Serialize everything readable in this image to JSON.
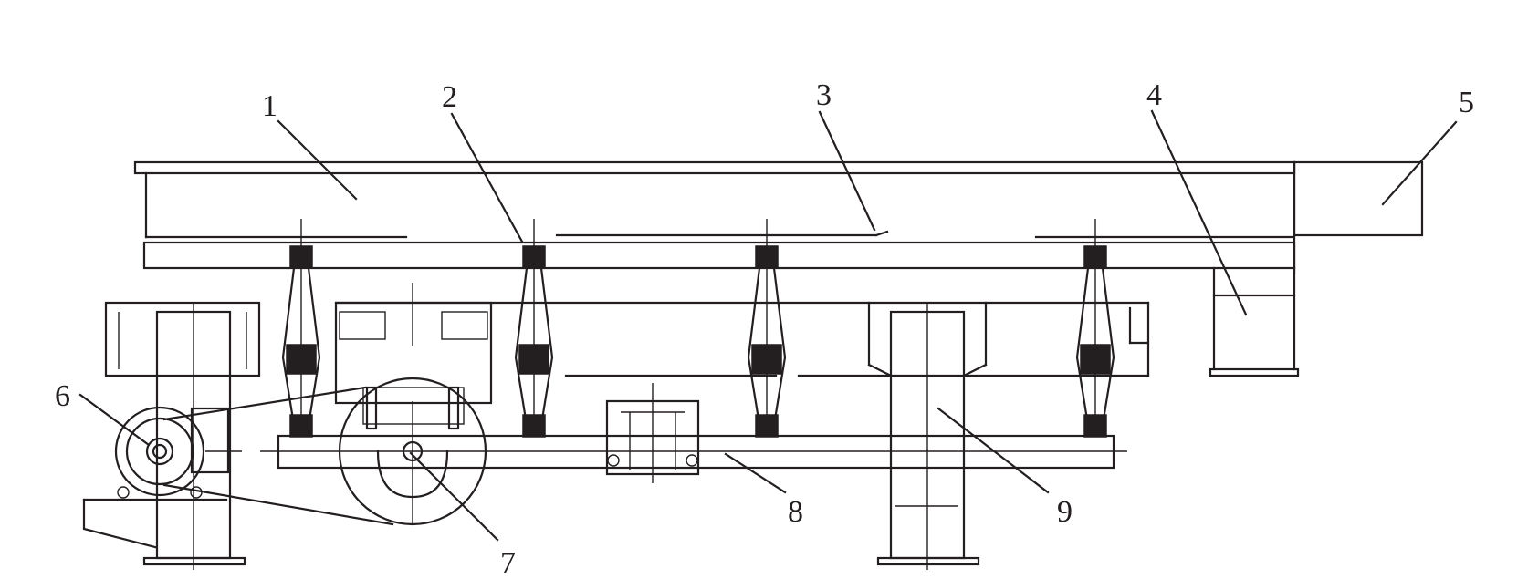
{
  "diagram": {
    "type": "mechanical-assembly-drawing",
    "line_color": "#231f20",
    "background": "#ffffff",
    "callouts": [
      {
        "id": "1",
        "text": "1"
      },
      {
        "id": "2",
        "text": "2"
      },
      {
        "id": "3",
        "text": "3"
      },
      {
        "id": "4",
        "text": "4"
      },
      {
        "id": "5",
        "text": "5"
      },
      {
        "id": "6",
        "text": "6"
      },
      {
        "id": "7",
        "text": "7"
      },
      {
        "id": "8",
        "text": "8"
      },
      {
        "id": "9",
        "text": "9"
      }
    ]
  }
}
